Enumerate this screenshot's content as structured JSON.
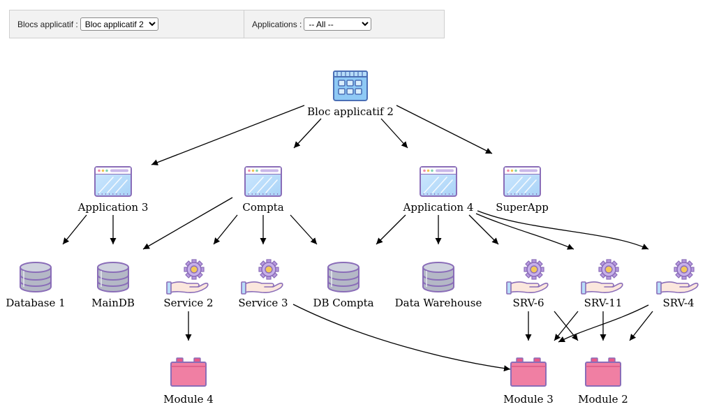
{
  "toolbar": {
    "bloc_label": "Blocs applicatif :",
    "bloc_selected": "Bloc applicatif 2",
    "app_label": "Applications :",
    "app_selected": "-- All --"
  },
  "graph": {
    "nodes": [
      {
        "id": "bloc2",
        "label": "Bloc applicatif 2",
        "icon": "bloc-grid-icon"
      },
      {
        "id": "app3",
        "label": "Application 3",
        "icon": "application-window-icon"
      },
      {
        "id": "compta",
        "label": "Compta",
        "icon": "application-window-icon"
      },
      {
        "id": "app4",
        "label": "Application 4",
        "icon": "application-window-icon"
      },
      {
        "id": "superapp",
        "label": "SuperApp",
        "icon": "application-window-icon"
      },
      {
        "id": "db1",
        "label": "Database 1",
        "icon": "database-icon"
      },
      {
        "id": "maindb",
        "label": "MainDB",
        "icon": "database-icon"
      },
      {
        "id": "srv2",
        "label": "Service 2",
        "icon": "service-gear-icon"
      },
      {
        "id": "srv3",
        "label": "Service 3",
        "icon": "service-gear-icon"
      },
      {
        "id": "dbcompta",
        "label": "DB Compta",
        "icon": "database-icon"
      },
      {
        "id": "dw",
        "label": "Data Warehouse",
        "icon": "database-icon"
      },
      {
        "id": "srv6",
        "label": "SRV-6",
        "icon": "service-gear-icon"
      },
      {
        "id": "srv11",
        "label": "SRV-11",
        "icon": "service-gear-icon"
      },
      {
        "id": "srv4",
        "label": "SRV-4",
        "icon": "service-gear-icon"
      },
      {
        "id": "mod4",
        "label": "Module 4",
        "icon": "module-icon"
      },
      {
        "id": "mod3",
        "label": "Module 3",
        "icon": "module-icon"
      },
      {
        "id": "mod2",
        "label": "Module 2",
        "icon": "module-icon"
      }
    ],
    "edges": [
      [
        "bloc2",
        "app3"
      ],
      [
        "bloc2",
        "compta"
      ],
      [
        "bloc2",
        "app4"
      ],
      [
        "bloc2",
        "superapp"
      ],
      [
        "app3",
        "db1"
      ],
      [
        "app3",
        "maindb"
      ],
      [
        "compta",
        "maindb"
      ],
      [
        "compta",
        "srv2"
      ],
      [
        "compta",
        "srv3"
      ],
      [
        "compta",
        "dbcompta"
      ],
      [
        "app4",
        "dbcompta"
      ],
      [
        "app4",
        "dw"
      ],
      [
        "app4",
        "srv6"
      ],
      [
        "app4",
        "srv11"
      ],
      [
        "app4",
        "srv4"
      ],
      [
        "srv2",
        "mod4"
      ],
      [
        "srv3",
        "mod3"
      ],
      [
        "srv6",
        "mod3"
      ],
      [
        "srv6",
        "mod2"
      ],
      [
        "srv11",
        "mod3"
      ],
      [
        "srv11",
        "mod2"
      ],
      [
        "srv4",
        "mod3"
      ],
      [
        "srv4",
        "mod2"
      ]
    ]
  }
}
